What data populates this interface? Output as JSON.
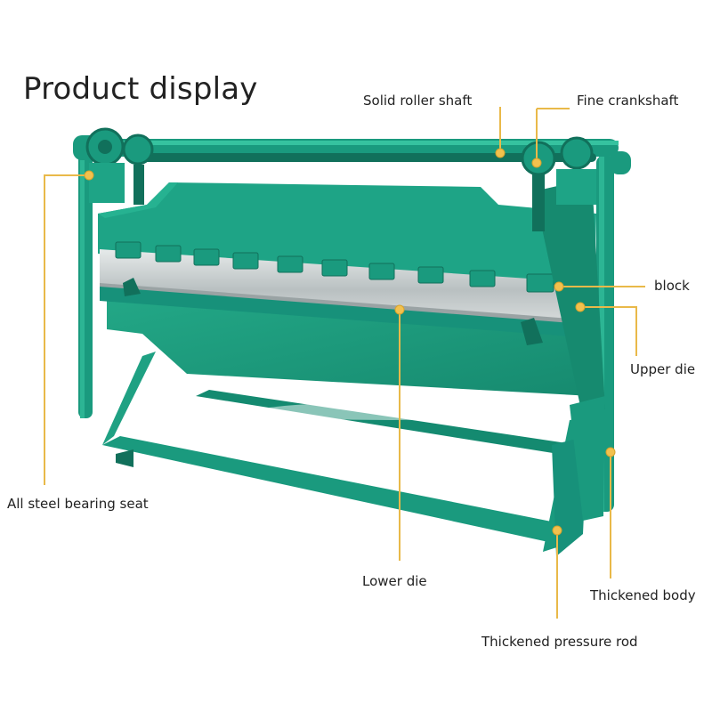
{
  "title": "Product display",
  "labels": {
    "solid_roller_shaft": "Solid roller shaft",
    "fine_crankshaft": "Fine crankshaft",
    "block": "block",
    "upper_die": "Upper die",
    "all_steel_bearing_seat": "All steel bearing seat",
    "lower_die": "Lower die",
    "thickened_body": "Thickened body",
    "thickened_pressure_rod": "Thickened pressure rod"
  },
  "colors": {
    "machine_green": "#1a9a7e",
    "machine_dark": "#11705b",
    "machine_light": "#2cb594",
    "steel": "#c9cfd0",
    "callout_line": "#e9b949",
    "callout_dot": "#f2c14e"
  },
  "icons": [
    "product-machine-illustration"
  ]
}
